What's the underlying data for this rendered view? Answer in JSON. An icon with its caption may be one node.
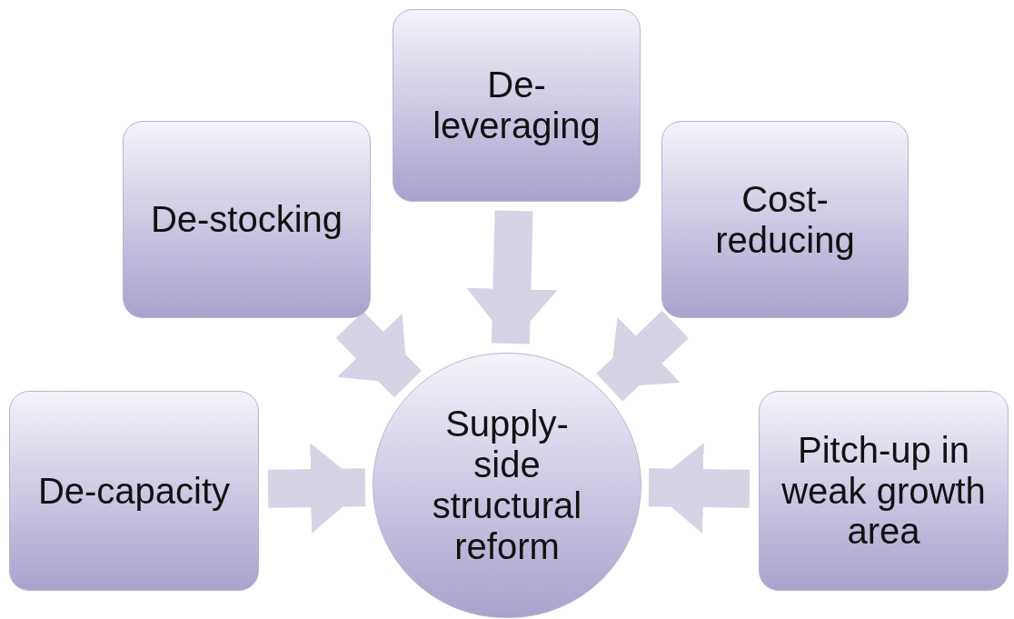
{
  "diagram": {
    "nodes": [
      {
        "text": [
          "De-leveraging"
        ]
      },
      {
        "text": [
          "De-stocking"
        ]
      },
      {
        "text": [
          "Cost-reducing"
        ]
      },
      {
        "text": [
          "De-capacity"
        ]
      },
      {
        "text": [
          "Supply-side structural reform"
        ]
      },
      {
        "text": [
          "Pitch-up in weak growth area"
        ]
      }
    ],
    "edges": [
      {
        "from": 0,
        "to": 4,
        "arrow": "to"
      },
      {
        "from": 1,
        "to": 4,
        "arrow": "to"
      },
      {
        "from": 2,
        "to": 4,
        "arrow": "to"
      },
      {
        "from": 3,
        "to": 4,
        "arrow": "to"
      },
      {
        "from": 5,
        "to": 4,
        "arrow": "to"
      }
    ]
  }
}
